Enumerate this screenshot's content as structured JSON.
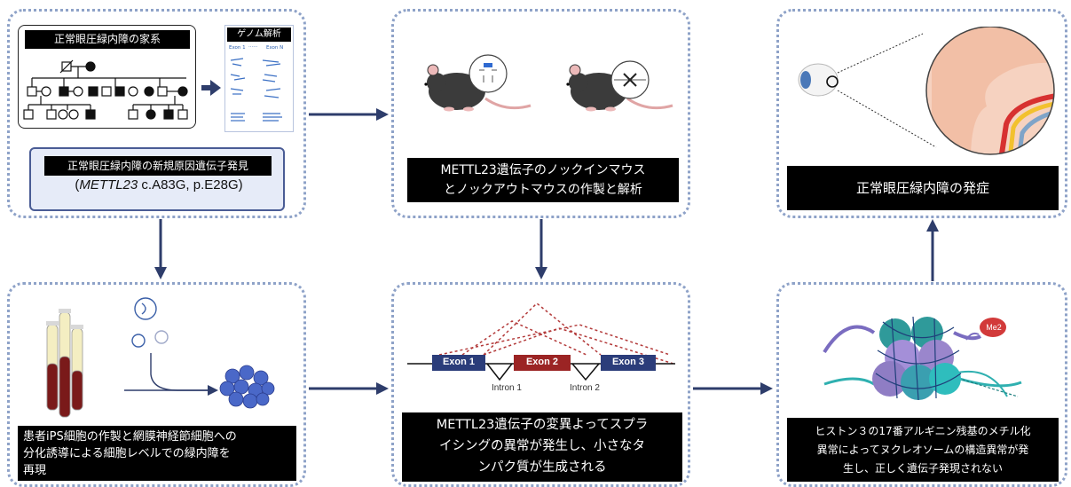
{
  "colors": {
    "arrow": "#2e3d6b",
    "panel_border": "#8ea2c8",
    "discovery_bg": "#e6ebf8",
    "exon_blue": "#2b3d7a",
    "exon_red": "#9b2424",
    "splice_red": "#b33a3a"
  },
  "family": {
    "title": "正常眼圧緑内障の家系"
  },
  "genome": {
    "title": "ゲノム解析",
    "exon_1": "Exon 1",
    "dots": "......",
    "exon_n": "Exon N"
  },
  "discovery": {
    "line1": "正常眼圧緑内障の新規原因遺伝子発見",
    "gene": "METTL23",
    "variant": " c.A83G, p.E28G)",
    "open_paren": "("
  },
  "mouse": {
    "line1": "METTL23遺伝子のノックインマウス",
    "line2": "とノックアウトマウスの作製と解析"
  },
  "onset": {
    "label": "正常眼圧緑内障の発症"
  },
  "ips": {
    "line1": "患者iPS細胞の作製と網膜神経節細胞への",
    "line2": "分化誘導による細胞レベルでの緑内障を",
    "line3": "再現"
  },
  "splicing": {
    "exon_1": "Exon 1",
    "exon_2": "Exon 2",
    "exon_3": "Exon 3",
    "intron_1": "Intron 1",
    "intron_2": "Intron 2",
    "line1": "METTL23遺伝子の変異よってスプラ",
    "line2": "イシングの異常が発生し、小さなタ",
    "line3": "ンパク質が生成される"
  },
  "histone": {
    "me2": "Me2",
    "line1": "ヒストン３の17番アルギニン残基のメチル化",
    "line2": "異常によってヌクレオソームの構造異常が発",
    "line3": "生し、正しく遺伝子発現されない"
  }
}
